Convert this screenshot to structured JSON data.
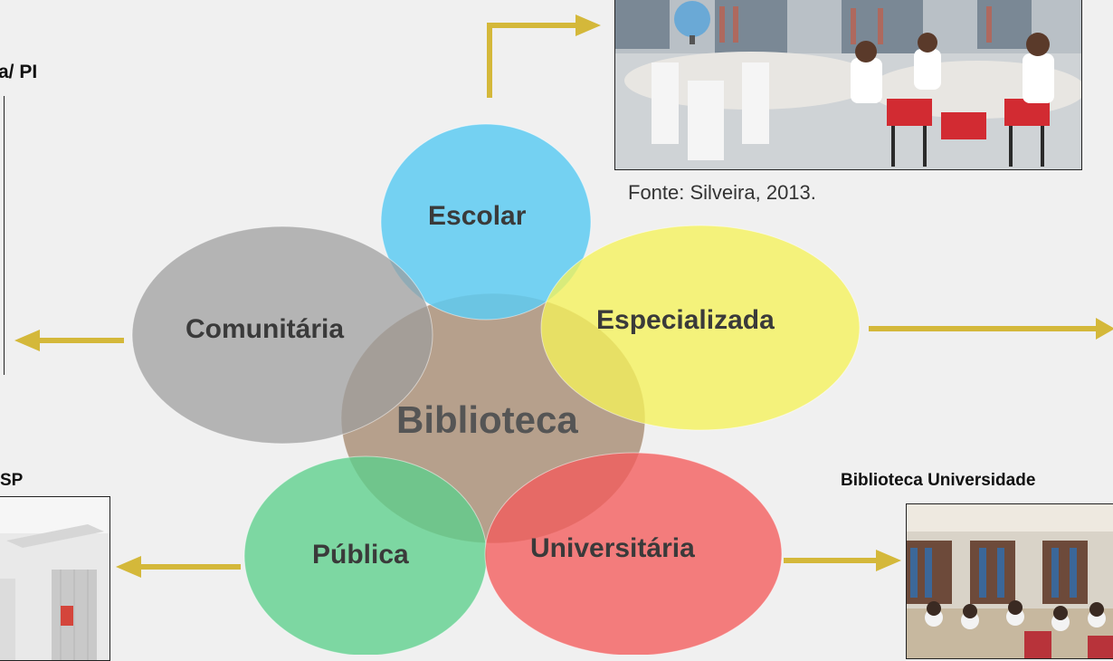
{
  "diagram": {
    "center": "Biblioteca",
    "types": {
      "escolar": "Escolar",
      "especializada": "Especializada",
      "universitaria": "Universitária",
      "publica": "Pública",
      "comunitaria": "Comunitária"
    }
  },
  "captions": {
    "top_left_partial": "a/ PI",
    "photo_escolar_source": "Fonte: Silveira, 2013.",
    "bottom_left_partial": "SP",
    "bottom_right": "Biblioteca Universidade"
  },
  "colors": {
    "background": "#f0f0f0",
    "arrow": "#d4b83a",
    "escolar": "#5ecbf2",
    "especializada": "#f5f25a",
    "universitaria": "#f35b5b",
    "publica": "#5ccf8c",
    "comunitaria": "#9c9c9c",
    "biblioteca": "#ab927a"
  }
}
